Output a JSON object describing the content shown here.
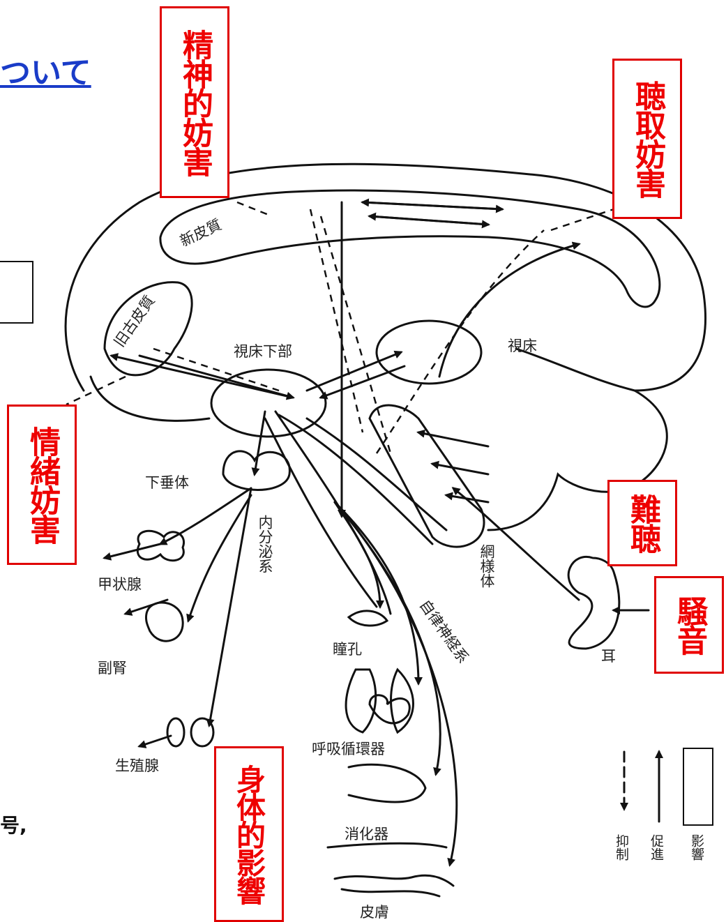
{
  "header": {
    "title_fragment": "ついて"
  },
  "left_fragment_text": "号,",
  "red_labels": {
    "mental": "精神的妨害",
    "listening": "聴取妨害",
    "emotional": "情緒妨害",
    "hearing_loss": "難聴",
    "noise": "騒音",
    "physical": "身体的影響"
  },
  "diagram_labels": {
    "neocortex": "新皮質",
    "paleocortex": "旧古皮質",
    "hypothalamus": "視床下部",
    "thalamus": "視床",
    "pituitary": "下垂体",
    "endocrine": "内分泌系",
    "reticular": "網様体",
    "autonomic": "自律神経系",
    "thyroid": "甲状腺",
    "adrenal": "副腎",
    "gonad": "生殖腺",
    "pupil": "瞳孔",
    "respiratory": "呼吸循環器",
    "digestive": "消化器",
    "skin": "皮膚",
    "ear": "耳"
  },
  "legend": {
    "inhibit": "抑制",
    "promote": "促進",
    "influence": "影響"
  },
  "colors": {
    "red": "#ee0000",
    "blue": "#1a3cc8",
    "ink": "#111111"
  }
}
